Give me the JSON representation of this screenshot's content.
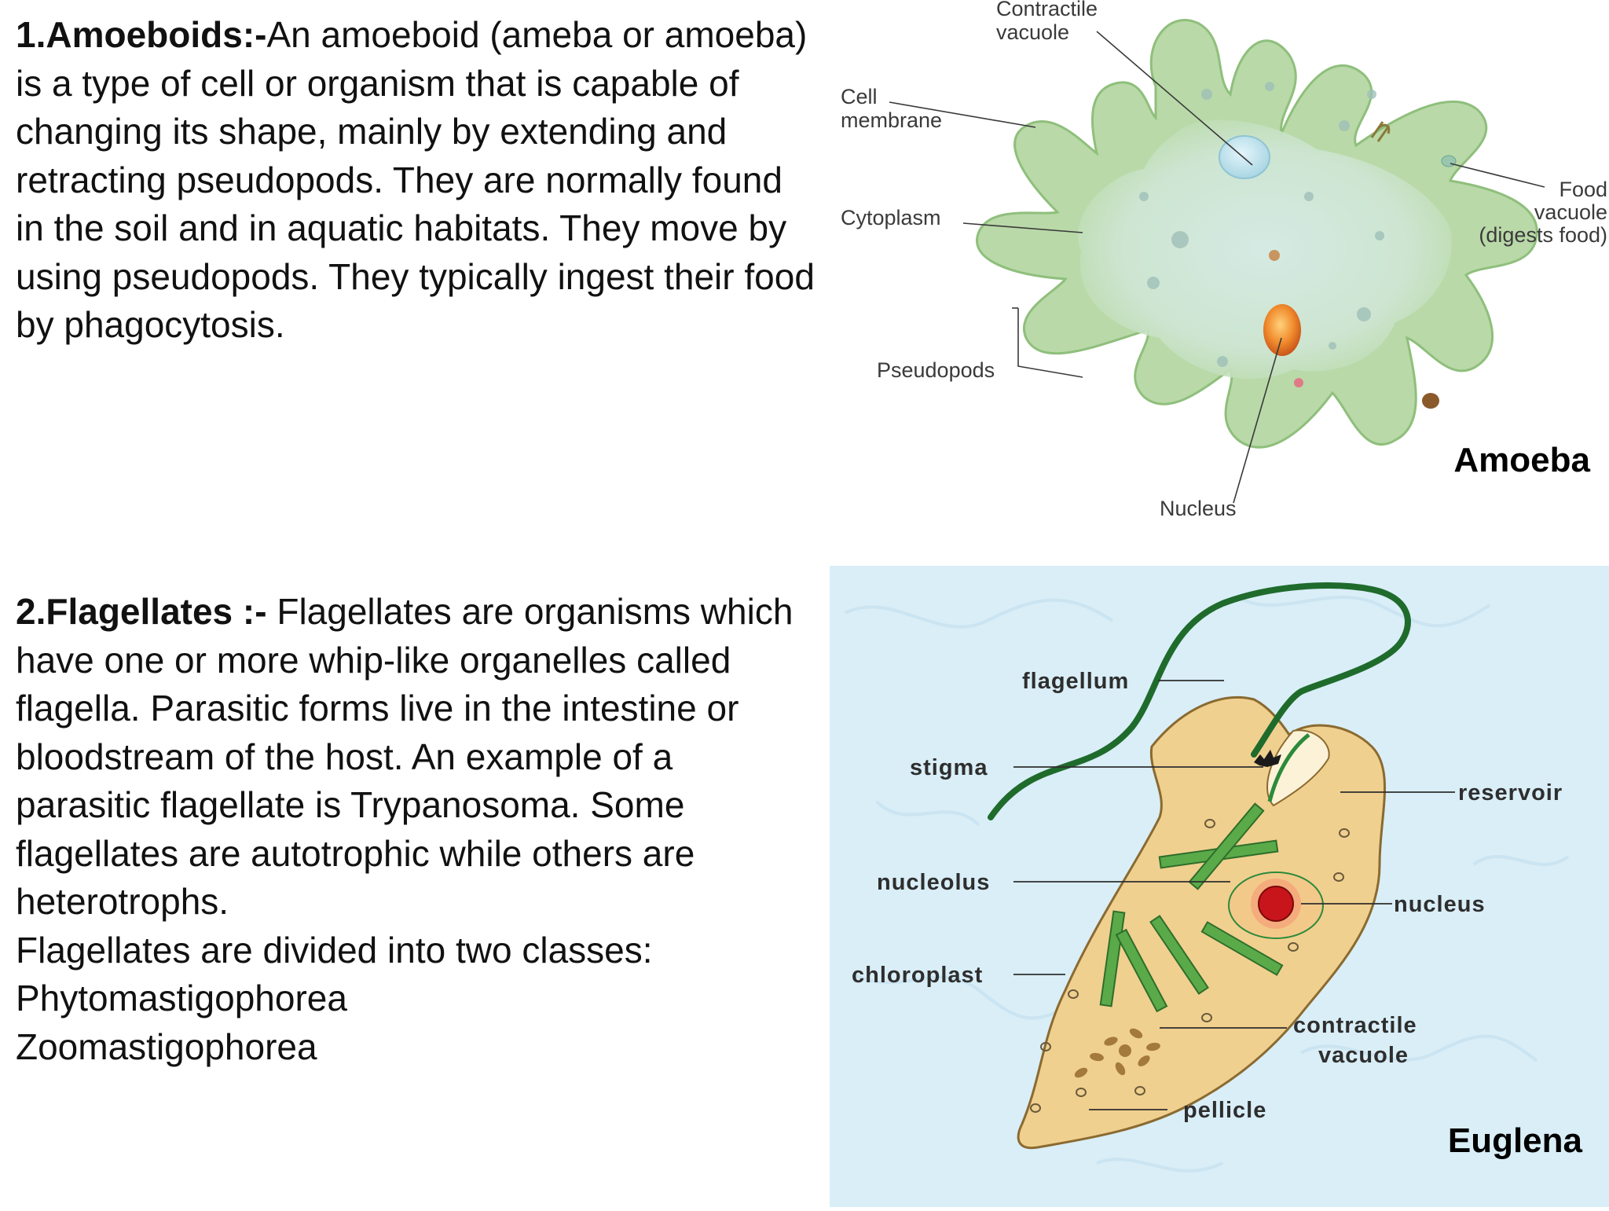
{
  "sections": {
    "amoeboids": {
      "heading": "1.Amoeboids:-",
      "body": "An amoeboid (ameba or amoeba) is a type of cell or organism that is capable of changing its shape, mainly by extending and retracting pseudopods. They are normally found in the soil and in aquatic habitats. They move by using pseudopods. They typically ingest their food by phagocytosis."
    },
    "flagellates": {
      "heading": "2.Flagellates :-",
      "body": " Flagellates are organisms which have one or more whip-like organelles called flagella. Parasitic forms live in the intestine or bloodstream of the host. An example of a parasitic flagellate is Trypanosoma. Some flagellates are autotrophic while others are heterotrophs.",
      "classes_intro": "Flagellates are divided into two classes:",
      "classes": [
        "Phytomastigophorea",
        "Zoomastigophorea"
      ]
    }
  },
  "amoeba_diagram": {
    "title": "Amoeba",
    "labels": {
      "contractile_vacuole_1": "Contractile",
      "contractile_vacuole_2": "vacuole",
      "cell_membrane_1": "Cell",
      "cell_membrane_2": "membrane",
      "cytoplasm": "Cytoplasm",
      "pseudopods": "Pseudopods",
      "nucleus": "Nucleus",
      "food_vacuole_1": "Food",
      "food_vacuole_2": "vacuole",
      "food_vacuole_3": "(digests food)"
    },
    "colors": {
      "body": "#b9d9a8",
      "body_edge": "#8fbf7c",
      "inner": "#d3e8dc",
      "nucleus": "#e8782a"
    }
  },
  "euglena_diagram": {
    "title": "Euglena",
    "labels": {
      "flagellum": "flagellum",
      "stigma": "stigma",
      "reservoir": "reservoir",
      "nucleolus": "nucleolus",
      "nucleus": "nucleus",
      "chloroplast": "chloroplast",
      "contractile_vacuole_1": "contractile",
      "contractile_vacuole_2": "vacuole",
      "pellicle": "pellicle"
    },
    "colors": {
      "background": "#d9eef7",
      "body": "#f0d08f",
      "chloroplast": "#5aaa4a",
      "nucleus": "#c8151b",
      "flagellum": "#1f6b2c"
    }
  }
}
